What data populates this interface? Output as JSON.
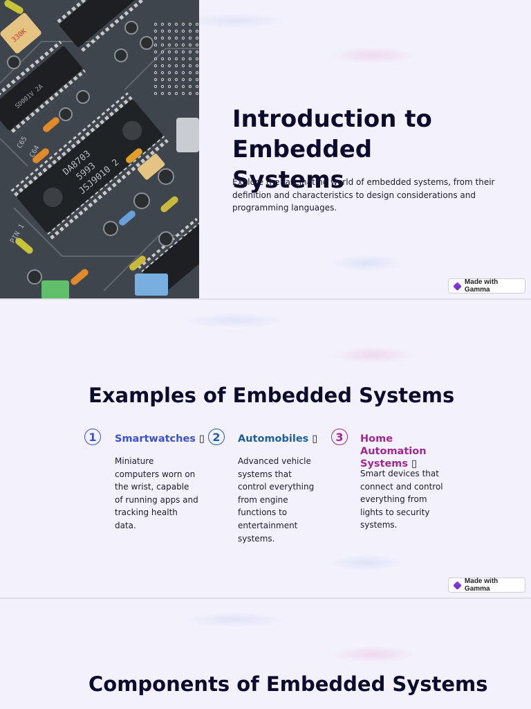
{
  "slide1": {
    "title": "Introduction to Embedded Systems",
    "subtitle": "Explore the fascinating world of embedded systems, from their definition and characteristics to design considerations and programming languages.",
    "badge": "Made with Gamma",
    "photo_labels": [
      "DA8703",
      "5993",
      "JSJ9010 2",
      "C65",
      "C64",
      "PIN 1",
      "330K"
    ]
  },
  "slide2": {
    "title": "Examples of Embedded Systems",
    "badge": "Made with Gamma",
    "items": [
      {
        "number": "1",
        "title": "Smartwatches",
        "description": "Miniature computers worn on the wrist, capable of running apps and tracking health data.",
        "color": "#3a4fd1"
      },
      {
        "number": "2",
        "title": "Automobiles",
        "description": "Advanced vehicle systems that control everything from engine functions to entertainment systems.",
        "color": "#1c5f9a"
      },
      {
        "number": "3",
        "title": "Home Automation Systems",
        "description": "Smart devices that connect and control everything from lights to security systems.",
        "color": "#a3268f"
      }
    ]
  },
  "slide3": {
    "title": "Components of Embedded Systems"
  },
  "colors": {
    "heading": "#0c0b2e",
    "background": "#f3f2fc",
    "badge_logo": "#7b34d6"
  },
  "icons": [
    "gamma-logo-icon",
    "missing-glyph-icon"
  ]
}
